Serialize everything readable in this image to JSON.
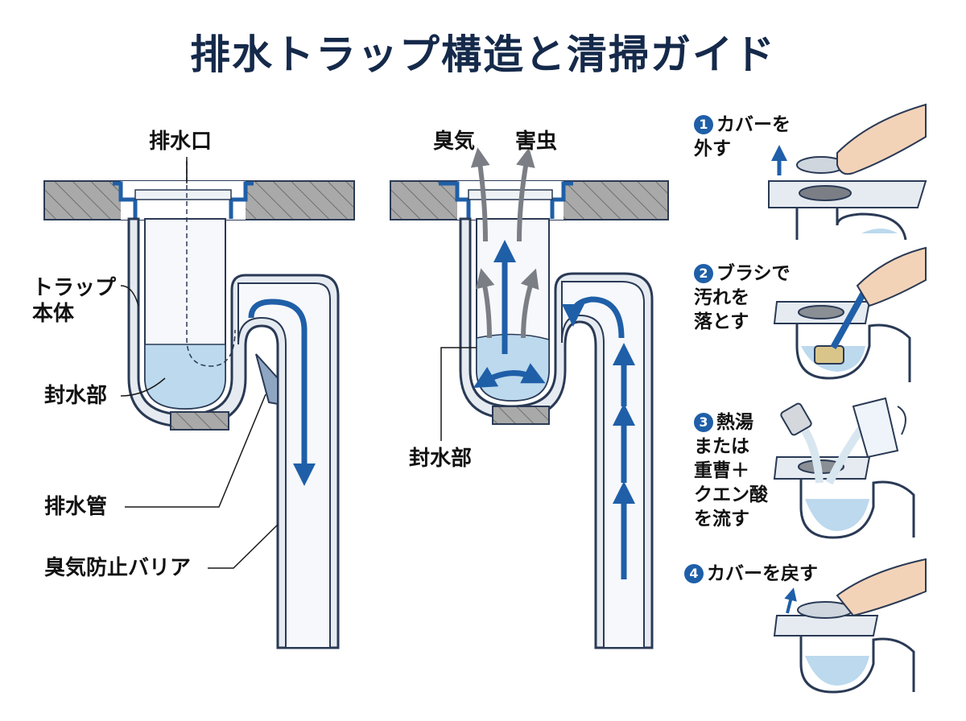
{
  "title": "排水トラップ構造と清掃ガイド",
  "left_labels": {
    "drain_outlet": "排水口",
    "trap_body_line1": "トラップ",
    "trap_body_line2": "本体",
    "water_seal": "封水部",
    "drain_pipe": "排水管",
    "odor_barrier": "臭気防止バリア"
  },
  "middle_labels": {
    "odor": "臭気",
    "pests": "害虫",
    "water_seal": "封水部"
  },
  "steps": [
    {
      "num": "1",
      "lines": [
        "カバーを",
        "外す"
      ]
    },
    {
      "num": "2",
      "lines": [
        "ブラシで",
        "汚れを",
        "落とす"
      ]
    },
    {
      "num": "3",
      "lines": [
        "熱湯",
        "または",
        "重曹＋",
        "クエン酸",
        "を流す"
      ]
    },
    {
      "num": "4",
      "lines": [
        "カバーを戻す"
      ]
    }
  ],
  "colors": {
    "title": "#15294a",
    "accent_blue": "#1f5fa8",
    "water": "#bcd9ee",
    "pipe_fill": "#e6ebf1",
    "pipe_stroke": "#2a3a55",
    "floor": "#9b9b9b",
    "gray_arrow": "#7b7f85"
  }
}
